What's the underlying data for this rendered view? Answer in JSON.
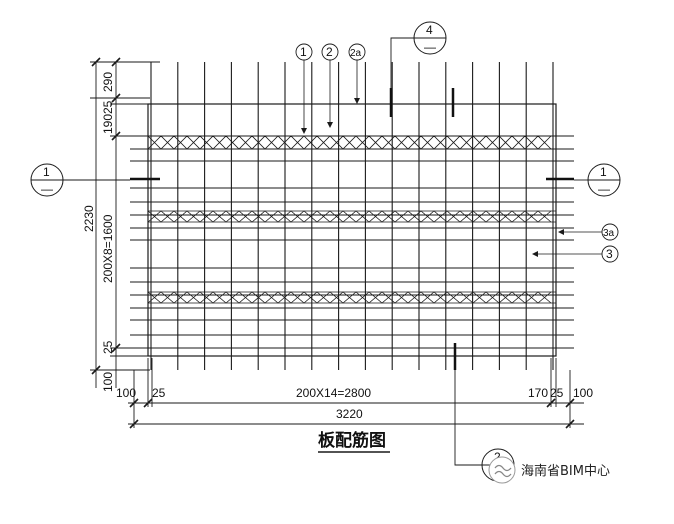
{
  "title": "板配筋图",
  "watermark": "海南省BIM中心",
  "bar_marks": {
    "m1": "1",
    "m2": "2",
    "m2a": "2a",
    "m3": "3",
    "m3a": "3a"
  },
  "section_marks": {
    "left_top": "1",
    "left_bottom": "—",
    "right_top": "1",
    "right_bottom": "—",
    "top_top": "4",
    "top_bottom": "—",
    "bottom_top": "2",
    "bottom_bottom": "—"
  },
  "dimensions": {
    "left_top_290": "290",
    "left_top_25": "25",
    "left_top_190": "190",
    "left_spacing": "200X8=1600",
    "left_total": "2230",
    "left_bottom_25": "25",
    "left_bottom_100": "100",
    "bottom_100": "100",
    "bottom_25": "25",
    "bottom_spacing": "200X14=2800",
    "bottom_170": "170",
    "bottom_25b": "25",
    "bottom_100b": "100",
    "bottom_total": "3220"
  },
  "colors": {
    "line": "#1a1a1a",
    "background": "#ffffff"
  }
}
